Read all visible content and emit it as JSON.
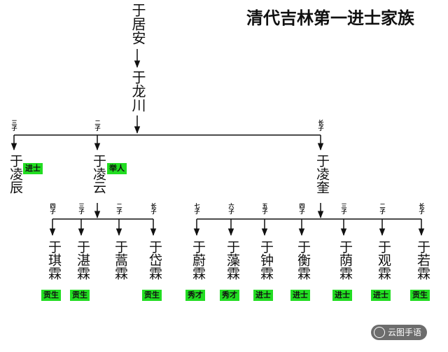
{
  "title": "清代吉林第一进士家族",
  "gen1": {
    "name": "于居安"
  },
  "gen2": {
    "name": "于龙川"
  },
  "gen3": [
    {
      "order": "三子",
      "name": "于凌辰",
      "badge": "进士"
    },
    {
      "order": "二子",
      "name": "于凌云",
      "badge": "举人"
    },
    {
      "order": "长子",
      "name": "于凌奎",
      "badge": ""
    }
  ],
  "gen4_yun": [
    {
      "order": "四子",
      "name": "于琪霖",
      "badge": "贡生"
    },
    {
      "order": "三子",
      "name": "于湛霖",
      "badge": "贡生"
    },
    {
      "order": "二子",
      "name": "于蒿霖",
      "badge": ""
    },
    {
      "order": "长子",
      "name": "于岱霖",
      "badge": "贡生"
    }
  ],
  "gen4_kui": [
    {
      "order": "七子",
      "name": "于蔚霖",
      "badge": "秀才"
    },
    {
      "order": "六子",
      "name": "于藻霖",
      "badge": "秀才"
    },
    {
      "order": "五子",
      "name": "于钟霖",
      "badge": "进士"
    },
    {
      "order": "四子",
      "name": "于衡霖",
      "badge": "进士"
    },
    {
      "order": "三子",
      "name": "于荫霖",
      "badge": "进士"
    },
    {
      "order": "二子",
      "name": "于观霖",
      "badge": "进士"
    },
    {
      "order": "长子",
      "name": "于若霖",
      "badge": "贡生"
    }
  ],
  "watermark": "云图手语",
  "colors": {
    "badge": "#22dd22",
    "line": "#111111"
  }
}
